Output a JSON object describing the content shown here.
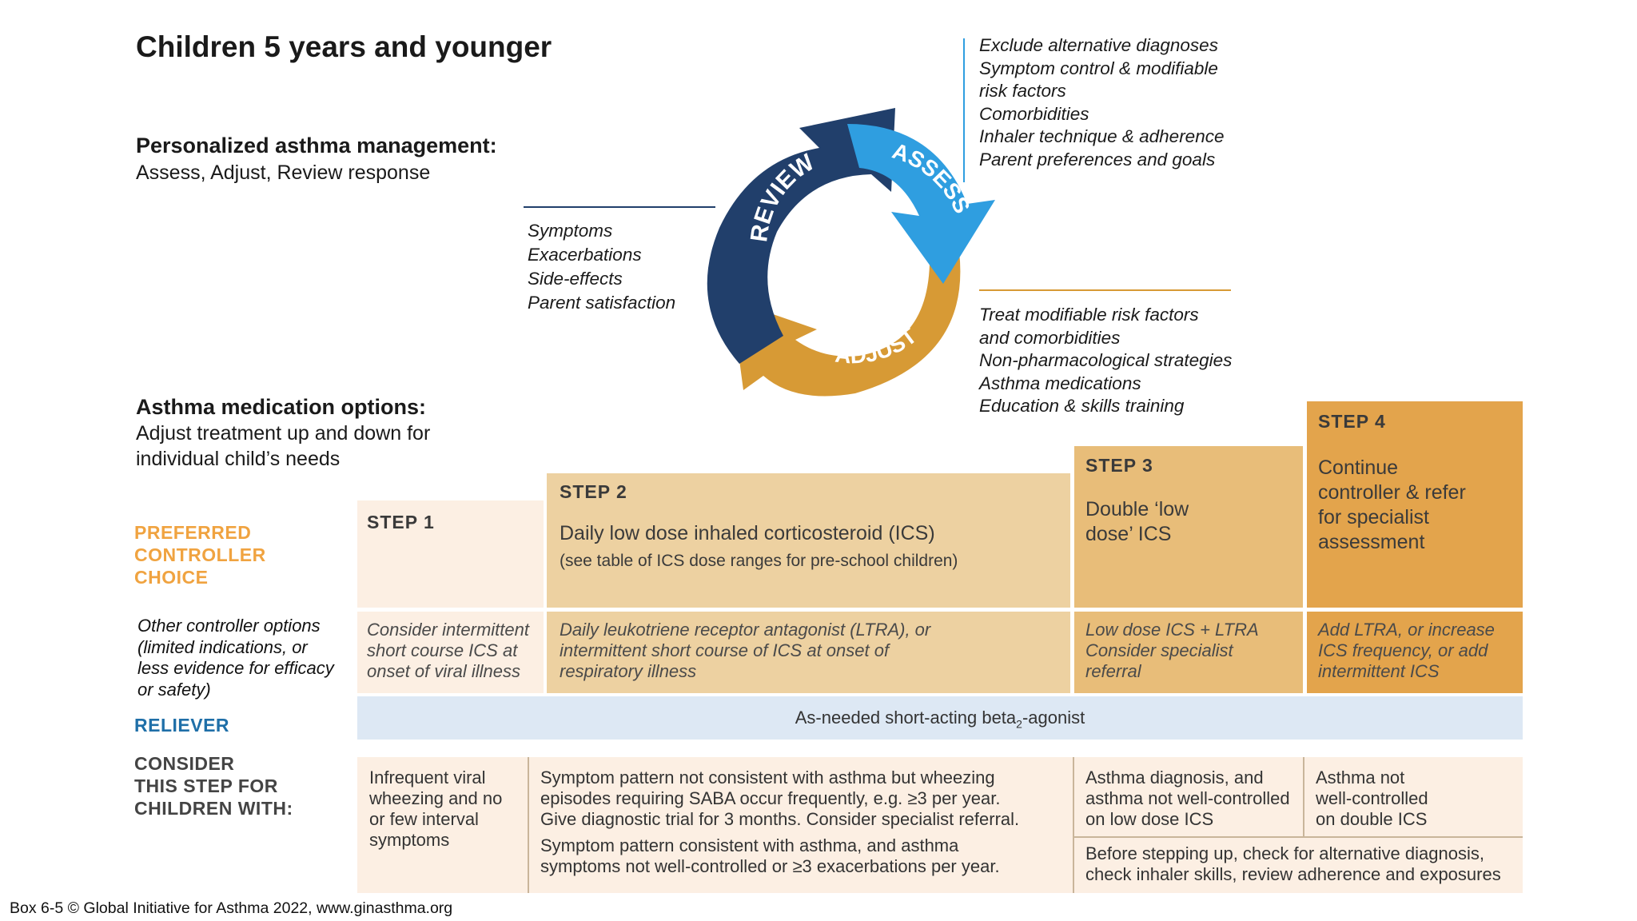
{
  "title": "Children 5 years and younger",
  "management": {
    "heading": "Personalized asthma management:",
    "subtitle": "Assess, Adjust, Review response"
  },
  "cycle": {
    "review_label": "REVIEW",
    "assess_label": "ASSESS",
    "adjust_label": "ADJUST",
    "colors": {
      "review": "#213f6b",
      "assess": "#2f9ee0",
      "adjust": "#d79a35"
    },
    "assess_items": [
      "Exclude  alternative  diagnoses",
      "Symptom  control  &  modifiable",
      "risk factors",
      "Comorbidities",
      "Inhaler technique & adherence",
      "Parent preferences and goals"
    ],
    "review_items": [
      "Symptoms",
      "Exacerbations",
      "Side-effects",
      "Parent satisfaction"
    ],
    "adjust_items": [
      "Treat modifiable risk factors",
      "and comorbidities",
      "Non-pharmacological strategies",
      "Asthma medications",
      "Education & skills training"
    ]
  },
  "medication": {
    "heading": "Asthma medication options:",
    "subtitle_lines": [
      "Adjust treatment up and down for",
      "individual child’s needs"
    ]
  },
  "rows": {
    "preferred": [
      "PREFERRED",
      "CONTROLLER",
      "CHOICE"
    ],
    "other": [
      "Other controller options",
      "(limited indications, or",
      "less evidence for efficacy",
      "or safety)"
    ],
    "reliever": "RELIEVER",
    "consider": [
      "CONSIDER",
      "THIS STEP FOR",
      "CHILDREN WITH:"
    ]
  },
  "steps": [
    {
      "label": "STEP 1",
      "preferred": [],
      "other": [
        "Consider intermittent",
        "short course ICS at",
        "onset of viral illness"
      ]
    },
    {
      "label": "STEP 2",
      "preferred": [
        "Daily low dose inhaled corticosteroid (ICS)"
      ],
      "preferred_note": "(see table of ICS dose ranges for pre-school children)",
      "other": [
        "Daily leukotriene receptor antagonist (LTRA), or",
        "intermittent short course of ICS at onset of",
        "respiratory illness"
      ]
    },
    {
      "label": "STEP 3",
      "preferred": [
        "Double ‘low",
        "dose’ ICS"
      ],
      "other": [
        "Low dose ICS + LTRA",
        "Consider specialist",
        "referral"
      ]
    },
    {
      "label": "STEP 4",
      "preferred": [
        "Continue",
        "controller & refer",
        "for specialist",
        "assessment"
      ],
      "other": [
        "Add LTRA, or increase",
        "ICS frequency, or add",
        "intermittent ICS"
      ]
    }
  ],
  "reliever_text": "As-needed short-acting beta",
  "reliever_sub": "2",
  "reliever_tail": "-agonist",
  "consider": {
    "step1": [
      "Infrequent viral",
      "wheezing and no",
      "or few interval",
      "symptoms"
    ],
    "step2a": [
      "Symptom pattern not consistent with asthma but wheezing",
      "episodes requiring SABA occur frequently, e.g. ≥3 per year.",
      "Give diagnostic trial for 3 months. Consider specialist referral."
    ],
    "step2b": [
      "Symptom pattern consistent with asthma, and asthma",
      "symptoms not well-controlled or ≥3 exacerbations per year."
    ],
    "step3": [
      "Asthma diagnosis, and",
      "asthma not well-controlled",
      "on low dose ICS"
    ],
    "step4": [
      "Asthma not",
      "well-controlled",
      "on double ICS"
    ],
    "step34": [
      "Before stepping up, check for alternative diagnosis,",
      "check inhaler skills, review adherence and exposures"
    ]
  },
  "footer": "Box 6-5  © Global Initiative for Asthma 2022, www.ginasthma.org"
}
